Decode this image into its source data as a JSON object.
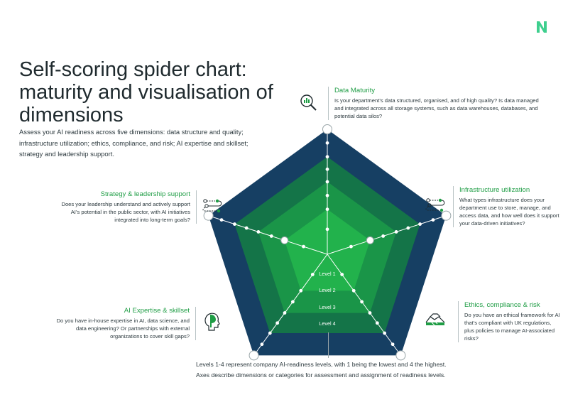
{
  "title_lines": [
    "Self-scoring spider chart:",
    "maturity and visualisation of",
    "dimensions"
  ],
  "intro": "Assess your AI readiness across five dimensions: data structure and quality; infrastructure utilization; ethics, compliance, and risk; AI expertise and skillset; strategy and leadership support.",
  "dimensions": {
    "data_maturity": {
      "title": "Data Maturity",
      "text": "Is your department’s data structured, organised, and of high quality? Is data managed and integrated across all storage systems, such as data warehouses, databases, and potential data silos?",
      "icon": "magnifier-chart-icon"
    },
    "infrastructure": {
      "title": "Infrastructure utilization",
      "text": "What types infrastructure does your department use to store, manage, and access data, and how well does it support your data-driven initiatives?",
      "icon": "pipeline-nodes-icon"
    },
    "ethics": {
      "title": "Ethics, compliance & risk",
      "text": "Do you have an ethical framework for AI that’s compliant with UK regulations, plus policies to manage AI-associated risks?",
      "icon": "handshake-icon"
    },
    "ai_expertise": {
      "title": "AI Expertise & skillset",
      "text": "Do you have in-house expertise in AI, data science, and data engineering? Or partnerships with external organizations to cover skill gaps?",
      "icon": "head-profile-icon"
    },
    "strategy": {
      "title": "Strategy & leadership support",
      "text": "Does your leadership understand and actively support AI’s potential in the public sector, with AI initiatives integrated into long-term goals?",
      "icon": "pipeline-nodes-icon"
    }
  },
  "levels": [
    "Level 1",
    "Level 2",
    "Level 3",
    "Level 4"
  ],
  "level_colors": [
    "#22b24c",
    "#1a9548",
    "#147448",
    "#163f63"
  ],
  "footer_lines": [
    "Levels 1-4 represent company AI-readiness levels, with 1 being the lowest and 4 the highest.",
    "Axes describe dimensions or categories for assessment and assignment of readiness levels."
  ],
  "colors": {
    "accent": "#1f9d45",
    "navy": "#163f63"
  }
}
